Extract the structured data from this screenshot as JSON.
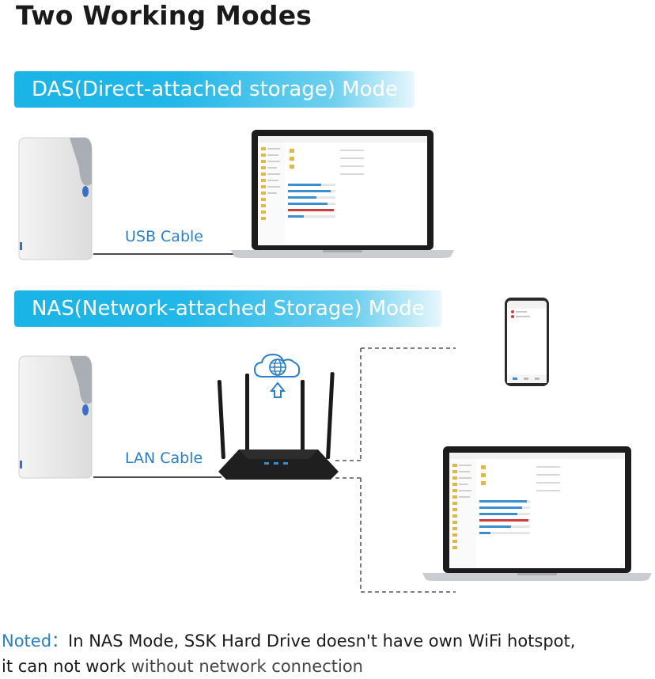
{
  "title": "Two Working Modes",
  "das": {
    "banner": "DAS(Direct-attached storage) Mode",
    "cable_label": "USB Cable"
  },
  "nas": {
    "banner": "NAS(Network-attached Storage) Mode",
    "cable_label": "LAN Cable"
  },
  "note": {
    "prefix": "Noted：",
    "line1": "In NAS Mode, SSK Hard Drive doesn't have own WiFi hotspot,",
    "line2_strong": "it can not work",
    "line2_rest": " without network connection"
  },
  "colors": {
    "banner": "#1ab4e6",
    "label": "#2a7fc8",
    "progress_blue": "#3a8fd0",
    "progress_red": "#d03a3a"
  },
  "icons": [
    "hard-drive-icon",
    "laptop-icon",
    "router-icon",
    "cloud-globe-icon",
    "smartphone-icon"
  ]
}
